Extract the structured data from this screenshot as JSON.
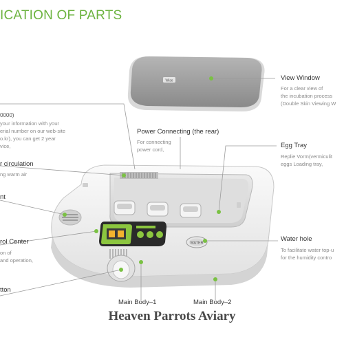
{
  "title": "ICATION OF PARTS",
  "watermark": "Heaven Parrots Aviary",
  "colors": {
    "accent_green": "#6cb33f",
    "dot_green": "#7ac143",
    "leader_line": "#9a9a9a",
    "body": "#f2f2f2",
    "lid": "#9c9c9c"
  },
  "device": {
    "lid_logo": "Wise",
    "button_label": "WATER"
  },
  "left_labels": {
    "serial_code": "0000)",
    "serial_desc_1": "your information with your",
    "serial_desc_2": "erial number on our web-site",
    "serial_desc_3": "o.kr), you can get 2 year",
    "serial_desc_4": "vice,",
    "circulation_title": "r circulation",
    "circulation_desc": "ng warm air",
    "light_title": "nt",
    "control_title": "rol Center",
    "control_desc_1": "on of",
    "control_desc_2": "and operation,",
    "button_title": "tton"
  },
  "right_labels": {
    "view_window_title": "View Window",
    "view_window_desc_1": "For a clear view of",
    "view_window_desc_2": "the incubation process",
    "view_window_desc_3": "(Double Skin Viewing W",
    "power_title": "Power Connecting (the rear)",
    "power_desc_1": "For connecting",
    "power_desc_2": "power cord,",
    "egg_tray_title": "Egg Tray",
    "egg_tray_desc_1": "Replie Vorm(vermiculit",
    "egg_tray_desc_2": "eggs Loading tray,",
    "water_hole_title": "Water hole",
    "water_hole_desc_1": "To facilitate water top-u",
    "water_hole_desc_2": "for the humidity contro"
  },
  "bottom_labels": {
    "main_body_1": "Main Body–1",
    "main_body_2": "Main Body–2"
  }
}
